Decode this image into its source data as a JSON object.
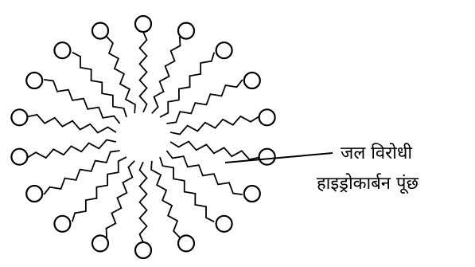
{
  "diagram": {
    "label": {
      "line1": "जल विरोधी",
      "line2": "हाइड्रोकार्बन पूंछ"
    },
    "colors": {
      "ink": "#000000",
      "background": "#ffffff"
    },
    "molecule_count": 18
  }
}
